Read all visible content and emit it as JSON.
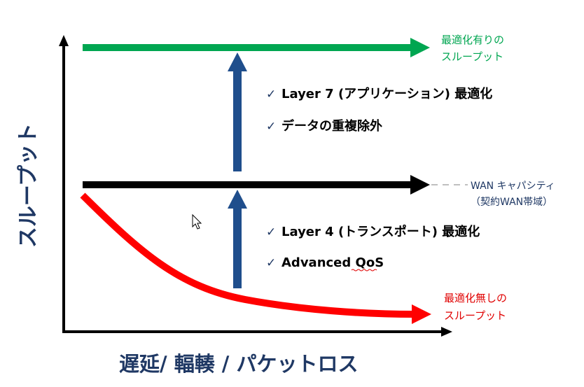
{
  "y_axis_title": "スループット",
  "x_axis_title": "遅延/ 輻輳 / パケットロス",
  "optimized_label": {
    "line1": "最適化有りの",
    "line2": "スループット"
  },
  "unoptimized_label": {
    "line1": "最適化無しの",
    "line2": "スループット"
  },
  "wan_label": {
    "line1": "WAN キャパシティ",
    "line2": "（契約WAN帯域）"
  },
  "upper_bullets": [
    "Layer 7 (アプリケーション) 最適化",
    "データの重複除外"
  ],
  "lower_bullets": [
    "Layer 4 (トランスポート) 最適化",
    "Advanced QoS"
  ],
  "check_glyph": "✓",
  "colors": {
    "optimized": "#00a651",
    "unoptimized": "#ff0000",
    "wan": "#000000",
    "up_arrow": "#1f4e8c",
    "axis": "#000000",
    "axis_title": "#1f3864"
  },
  "icons": {
    "cursor": "mouse-pointer-icon",
    "check": "checkmark-icon"
  }
}
